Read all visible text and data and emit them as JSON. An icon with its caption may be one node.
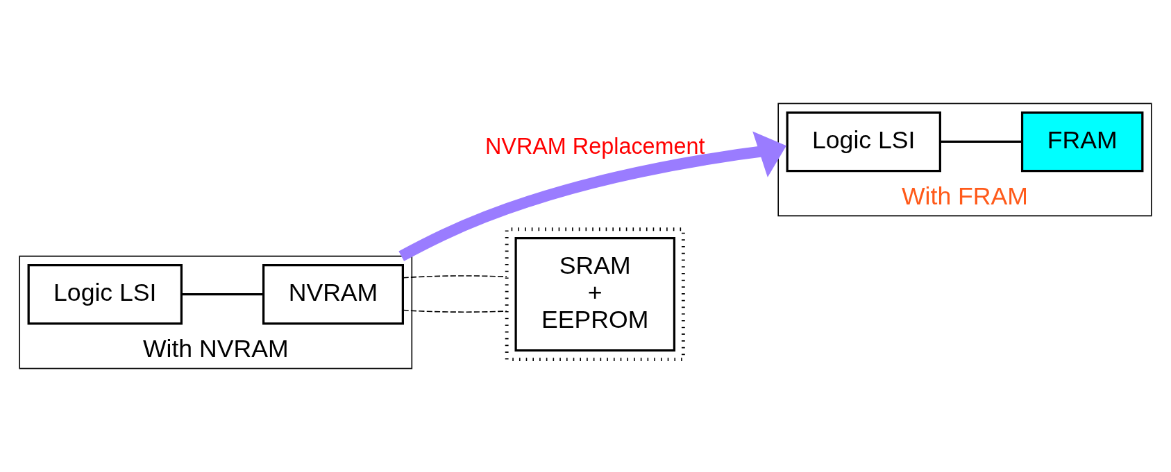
{
  "diagram": {
    "nodes": [
      {
        "text": [
          "With NVRAM"
        ]
      },
      {
        "text": [
          "Logic LSI"
        ],
        "in": 0
      },
      {
        "text": [
          "NVRAM"
        ],
        "in": 0
      },
      {
        "text": [
          "With FRAM"
        ]
      },
      {
        "text": [
          "Logic LSI"
        ],
        "in": 3
      },
      {
        "text": [
          "FRAM"
        ],
        "in": 3
      },
      {
        "text": [],
        "shape": "box"
      },
      {
        "text": [
          "SRAM",
          "+",
          "EEPROM"
        ],
        "in": 6
      }
    ],
    "edges": [
      {
        "from": 1,
        "to": 2,
        "arrow": "none"
      },
      {
        "from": 2,
        "to": 6,
        "arrow": "none",
        "style": "dashed"
      },
      {
        "from": 2,
        "to": 6,
        "arrow": "none",
        "style": "dashed"
      },
      {
        "from": 0,
        "to": 3,
        "arrow": "to",
        "label": "NVRAM Replacement",
        "style": "thick",
        "color": "#9a7cff"
      },
      {
        "from": 4,
        "to": 5,
        "arrow": "none"
      }
    ]
  }
}
